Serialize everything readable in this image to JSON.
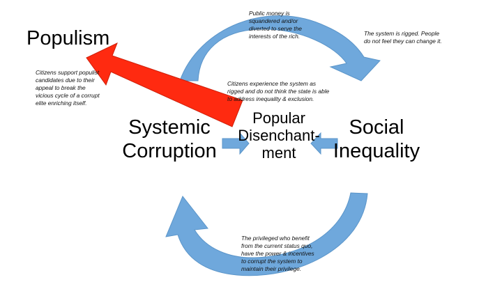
{
  "title": "Populism",
  "nodes": {
    "systemic_corruption": "Systemic\nCorruption",
    "popular_disenchantment": "Popular\nDisenchant-\nment",
    "social_inequality": "Social\nInequality"
  },
  "notes": {
    "public_money": "Public money is\nsquandered and/or\ndiverted to serve the\ninterests of the rich.",
    "system_rigged": "The system is rigged. People\ndo not feel they can change it.",
    "citizens_support": "Citizens support populist\ncandidates due to their\nappeal to break the\nvicious cycle of a corrupt\nelite enriching itself.",
    "citizens_experience": "Citizens experience the system as\nrigged and do not think the state is able\nto address inequality & exclusion.",
    "privileged": "The privileged who benefit\nfrom the current status quo,\nhave the power & incentives\nto corrupt the system to\nmaintain their privilege."
  },
  "colors": {
    "cycle_arrow": "#6fa8dc",
    "cycle_arrow_edge": "#5b95c9",
    "populism_arrow": "#ff2a10",
    "populism_arrow_edge": "#cc1f0a"
  }
}
